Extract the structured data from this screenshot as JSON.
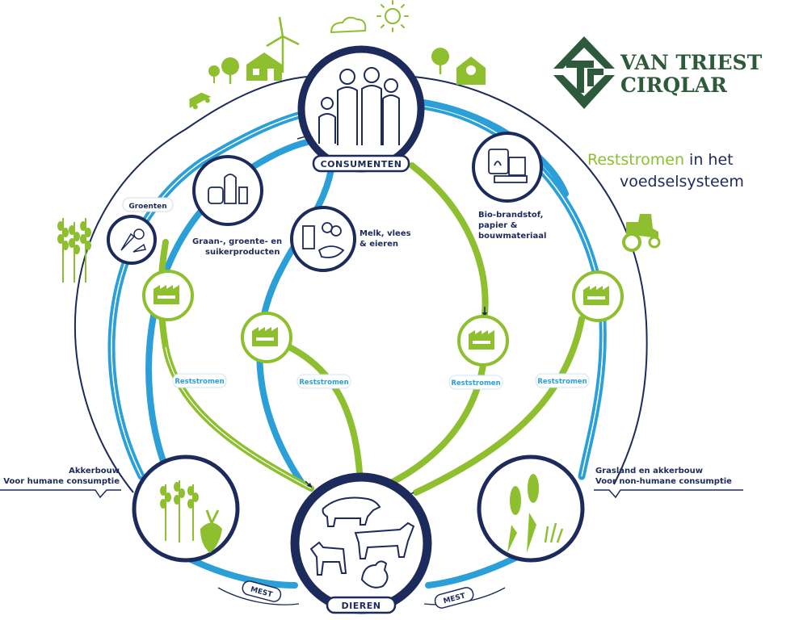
{
  "logo": {
    "line1": "VAN TRIEST",
    "line2": "CIRQLAR"
  },
  "headline": {
    "highlight": "Reststromen",
    "rest_line1": " in het",
    "line2": "voedselsysteem"
  },
  "nodes": {
    "consumers": "CONSUMENTEN",
    "animals": "DIEREN"
  },
  "labels": {
    "vegetables": "Groenten",
    "grain_line1": "Graan-, groente- en",
    "grain_line2": "suikerproducten",
    "milk_line1": "Melk, vlees",
    "milk_line2": "& eieren",
    "bio_line1": "Bio-brandstof,",
    "bio_line2": "papier &",
    "bio_line3": "bouwmateriaal",
    "arable_line1": "Akkerbouw",
    "arable_line2": "Voor humane consumptie",
    "grass_line1": "Grasland en akkerbouw",
    "grass_line2": "Voor non-humane consumptie"
  },
  "streams": [
    "Reststromen",
    "Reststromen",
    "Reststromen",
    "Reststromen"
  ],
  "manure": [
    "MEST",
    "MEST"
  ],
  "colors": {
    "navy": "#1d2a5c",
    "blue": "#2a9fd8",
    "green": "#8dbf2e",
    "logo_green": "#2d5a3a"
  }
}
